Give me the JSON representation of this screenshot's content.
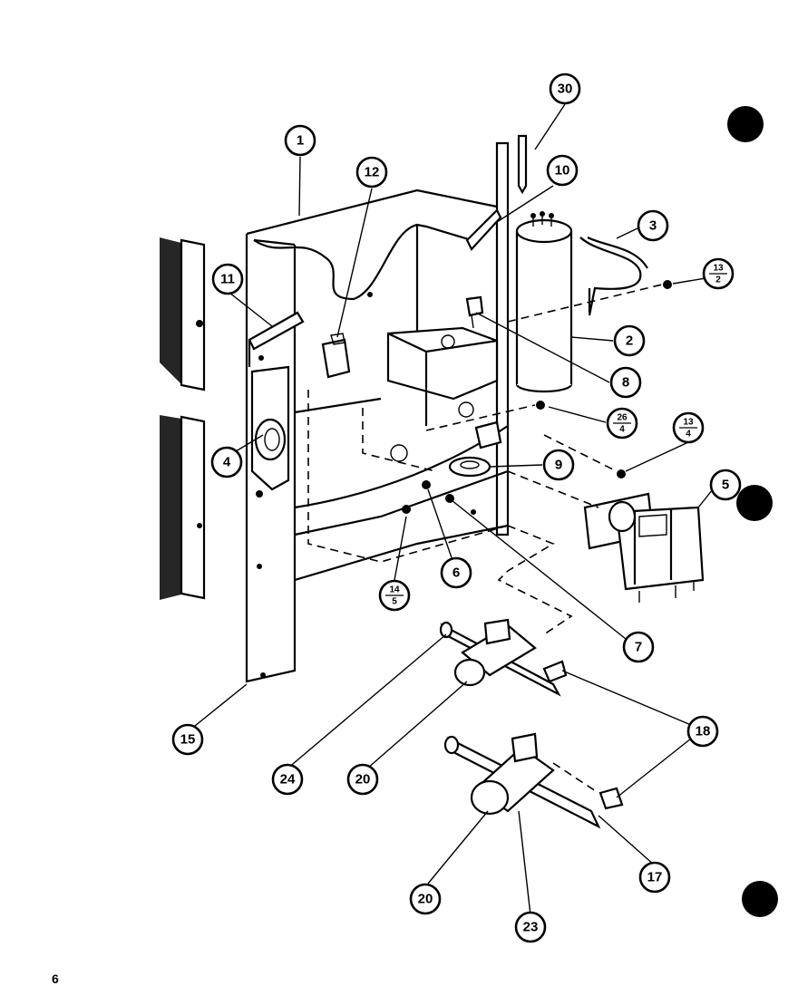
{
  "page_number": "6",
  "callouts": [
    {
      "id": "c30",
      "label": "30"
    },
    {
      "id": "c1",
      "label": "1"
    },
    {
      "id": "c12",
      "label": "12"
    },
    {
      "id": "c10",
      "label": "10"
    },
    {
      "id": "c3",
      "label": "3"
    },
    {
      "id": "c13a",
      "top": "13",
      "bottom": "2"
    },
    {
      "id": "c11",
      "label": "11"
    },
    {
      "id": "c2",
      "label": "2"
    },
    {
      "id": "c8",
      "label": "8"
    },
    {
      "id": "c26",
      "top": "26",
      "bottom": "4"
    },
    {
      "id": "c13b",
      "top": "13",
      "bottom": "4"
    },
    {
      "id": "c4",
      "label": "4"
    },
    {
      "id": "c9",
      "label": "9"
    },
    {
      "id": "c5",
      "label": "5"
    },
    {
      "id": "c6",
      "label": "6"
    },
    {
      "id": "c14",
      "top": "14",
      "bottom": "5"
    },
    {
      "id": "c7",
      "label": "7"
    },
    {
      "id": "c15",
      "label": "15"
    },
    {
      "id": "c18",
      "label": "18"
    },
    {
      "id": "c24",
      "label": "24"
    },
    {
      "id": "c20a",
      "label": "20"
    },
    {
      "id": "c17",
      "label": "17"
    },
    {
      "id": "c20b",
      "label": "20"
    },
    {
      "id": "c23",
      "label": "23"
    }
  ],
  "colors": {
    "ink": "#000000",
    "paper": "#ffffff"
  }
}
